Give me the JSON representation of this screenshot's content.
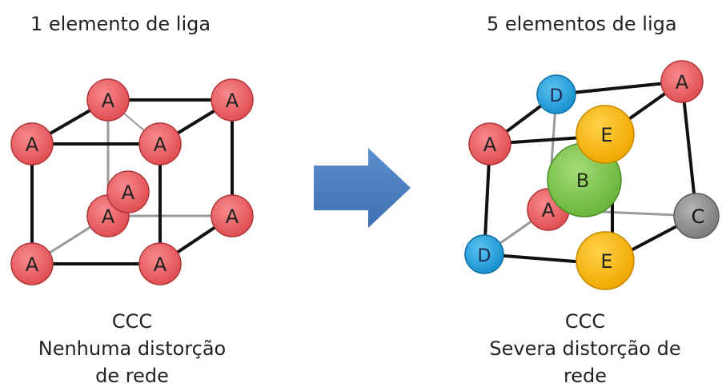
{
  "left": {
    "title": "1 elemento  de liga",
    "structure": "CCC",
    "description_line1": "Nenhuma distorção",
    "description_line2": "de rede",
    "atom_color": "#ee5f62",
    "atoms": {
      "a": "A"
    }
  },
  "right": {
    "title": "5 elementos  de liga",
    "structure": "CCC",
    "description_line1": "Severa distorção de",
    "description_line2": "rede",
    "atoms": {
      "a": "A",
      "b": "B",
      "c": "C",
      "d": "D",
      "e": "E"
    },
    "colors": {
      "a": "#ee5f62",
      "b": "#7dc54a",
      "c": "#8a8a8a",
      "d": "#1ea1df",
      "e": "#f6b400"
    }
  },
  "arrow": {
    "color": "#4a7fc1",
    "icon": "right-arrow-icon"
  }
}
